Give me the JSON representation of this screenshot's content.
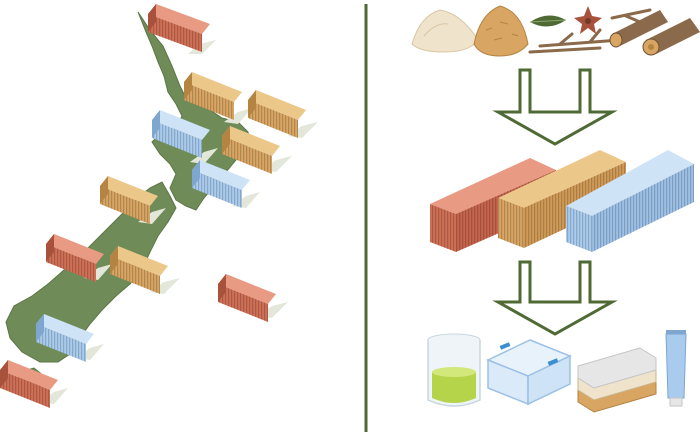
{
  "colors": {
    "background": "#ffffff",
    "land": "#6f8b58",
    "land_outline": "#5c7747",
    "divider": "#4f6a35",
    "arrow": "#4f6a35",
    "container_red": "#cf6f55",
    "container_orange": "#d8a563",
    "container_blue": "#a9cbee",
    "shadow": "#e3e7da"
  },
  "map_panel": {
    "region": "new-zealand-map",
    "containers": [
      {
        "id": "northland",
        "color": "red"
      },
      {
        "id": "waikato",
        "color": "orange"
      },
      {
        "id": "bay-of-plenty",
        "color": "orange"
      },
      {
        "id": "taranaki",
        "color": "blue"
      },
      {
        "id": "hawkes-bay",
        "color": "orange"
      },
      {
        "id": "manawatu",
        "color": "blue"
      },
      {
        "id": "nelson",
        "color": "orange"
      },
      {
        "id": "west-coast",
        "color": "red"
      },
      {
        "id": "canterbury",
        "color": "orange"
      },
      {
        "id": "chatham-offshore",
        "color": "red"
      },
      {
        "id": "otago",
        "color": "blue"
      },
      {
        "id": "southland",
        "color": "red"
      }
    ]
  },
  "process_panel": {
    "raw_materials": [
      "sawdust-icon",
      "wood-chips-icon",
      "leaf-icon",
      "star-anise-icon",
      "twigs-icon",
      "log-icon",
      "log-icon"
    ],
    "stages": [
      "raw-materials",
      "processing-containers",
      "consumer-products"
    ],
    "containers": [
      "red",
      "orange",
      "blue"
    ],
    "products": [
      "beaker-icon",
      "food-container-icon",
      "folded-textile-icon",
      "tube-icon"
    ]
  }
}
